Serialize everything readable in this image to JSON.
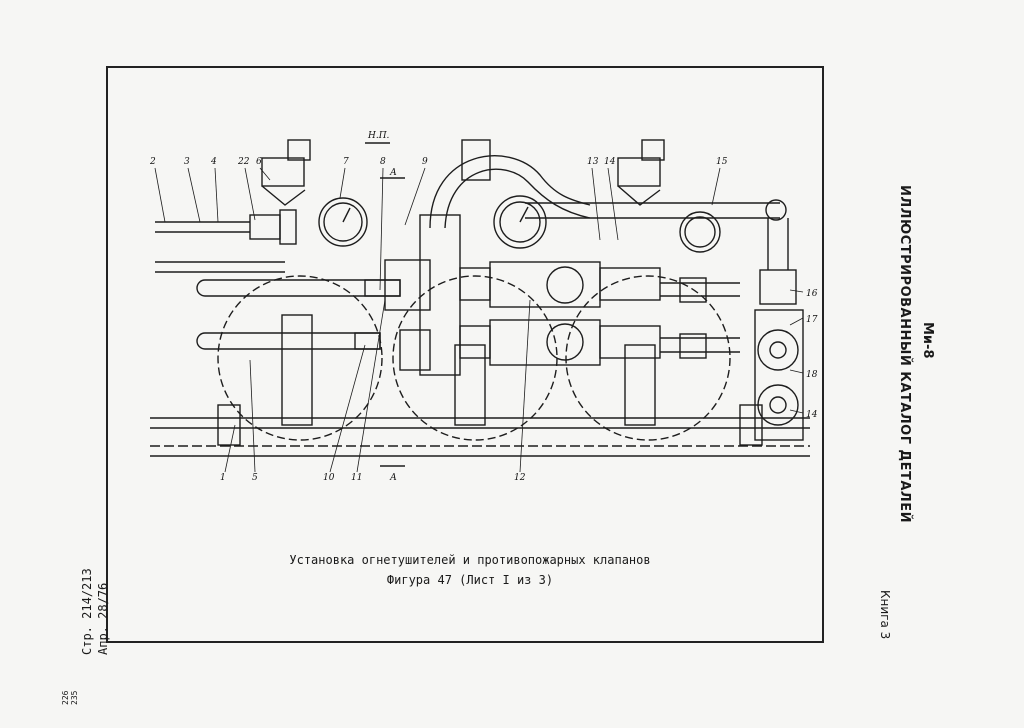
{
  "sheet": {
    "title_main": "Ми-8",
    "title_sub": "ИЛЛЮСТРИРОВАННЫЙ КАТАЛОГ ДЕТАЛЕЙ",
    "book": "Книга 3",
    "page_ref": "Стр. 214/213",
    "approval": "Апр. 28/76",
    "stamp_a": "226",
    "stamp_b": "235"
  },
  "caption": {
    "line1": "Установка огнетушителей и противопожарных клапанов",
    "line2": "Фигура 47 (Лист I из 3)"
  },
  "drawing": {
    "direction_label": "Н.П.",
    "section_mark_top": "А",
    "section_mark_bottom": "А",
    "callouts_top": [
      "2",
      "3",
      "4",
      "22",
      "6",
      "7",
      "8",
      "9",
      "13",
      "14",
      "15"
    ],
    "callouts_bottom": [
      "1",
      "5",
      "10",
      "11",
      "12"
    ],
    "callouts_right": [
      "16",
      "17",
      "18",
      "14"
    ]
  }
}
